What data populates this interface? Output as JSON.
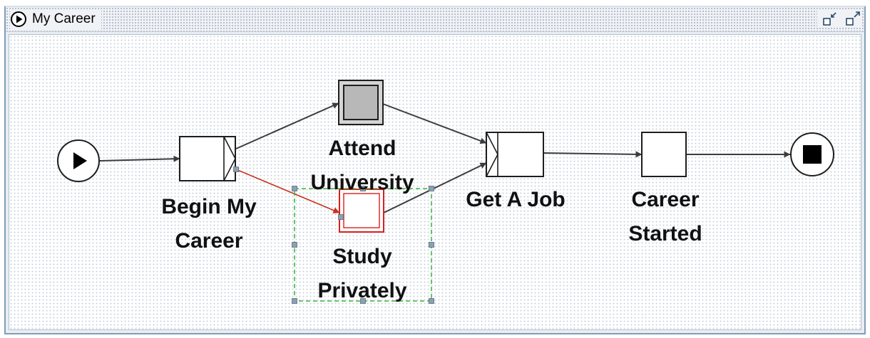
{
  "window": {
    "title": "My Career",
    "play_icon": "circle-play-icon",
    "minimize_icon": "minimize-icon",
    "maximize_icon": "maximize-icon"
  },
  "colors": {
    "edge": "#3c3c3c",
    "selected_edge": "#c8321e",
    "selected_box": "#dc1e1e",
    "selection_outline": "#3cb43c",
    "handle": "#8ca0b4",
    "task_fill": "#ffffff",
    "gray_fill": "#b8b8b8"
  },
  "diagram": {
    "nodes": [
      {
        "id": "start",
        "kind": "start-event",
        "label_lines": []
      },
      {
        "id": "begin",
        "kind": "split-task",
        "label_lines": [
          "Begin My",
          "Career"
        ]
      },
      {
        "id": "attend",
        "kind": "composite-task",
        "label_lines": [
          "Attend",
          "University"
        ]
      },
      {
        "id": "study",
        "kind": "task",
        "selected": true,
        "label_lines": [
          "Study",
          "Privately"
        ]
      },
      {
        "id": "getjob",
        "kind": "join-task",
        "label_lines": [
          "Get A Job"
        ]
      },
      {
        "id": "career",
        "kind": "task",
        "label_lines": [
          "Career",
          "Started"
        ]
      },
      {
        "id": "end",
        "kind": "end-event",
        "label_lines": []
      }
    ],
    "edges": [
      {
        "from": "start",
        "to": "begin"
      },
      {
        "from": "begin",
        "to": "attend"
      },
      {
        "from": "begin",
        "to": "study",
        "selected": true
      },
      {
        "from": "attend",
        "to": "getjob"
      },
      {
        "from": "study",
        "to": "getjob"
      },
      {
        "from": "getjob",
        "to": "career"
      },
      {
        "from": "career",
        "to": "end"
      }
    ]
  }
}
